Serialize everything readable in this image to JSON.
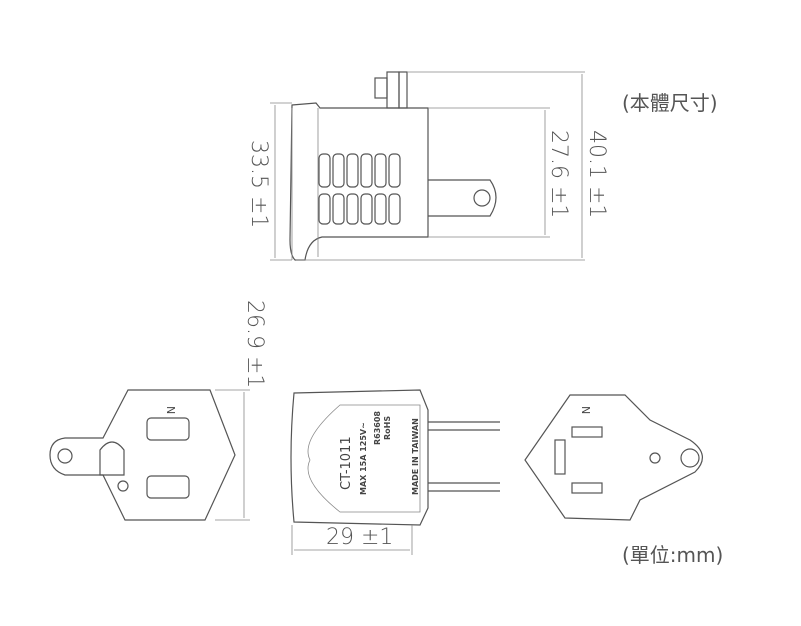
{
  "labels": {
    "body_size": "(本體尺寸)",
    "unit": "(單位:mm)",
    "dim_height_body": "33.5 ±1",
    "dim_height_inner": "27.6 ±1",
    "dim_height_total": "40.1 ±1",
    "dim_depth": "26.9 ±1",
    "dim_width": "29 ±1"
  },
  "plug_markings": {
    "model": "CT-1011",
    "rating": "MAX 15A 125V~",
    "cert": "R63608",
    "rohs": "RoHS",
    "origin": "MADE IN TAIWAN",
    "neutral": "N"
  }
}
